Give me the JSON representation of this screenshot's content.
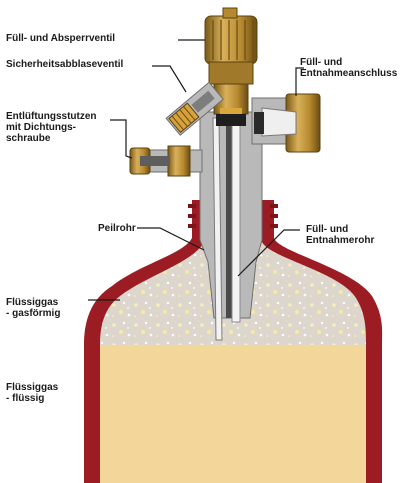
{
  "labels": {
    "fill_and_shutoff_valve": "Füll- und Absperrventil",
    "safety_relief_valve": "Sicherheitsabblaseventil",
    "vent_connection": "Entlüftungsstutzen\nmit Dichtungs-\nschraube",
    "fill_and_withdrawal_connection": "Füll- und\nEntnahmeanschluss",
    "level_tube": "Peilrohr",
    "fill_and_withdrawal_tube": "Füll- und\nEntnahmerohr",
    "gas_phase": "Flüssiggas\n- gasförmig",
    "liquid_phase": "Flüssiggas\n- flüssig"
  },
  "colors": {
    "shell": "#9b1c23",
    "liquid": "#f3d79a",
    "gas": "#dcd6cc",
    "valve_body": "#b9b9b9",
    "brass": "#c79a3a",
    "background": "#ffffff"
  }
}
